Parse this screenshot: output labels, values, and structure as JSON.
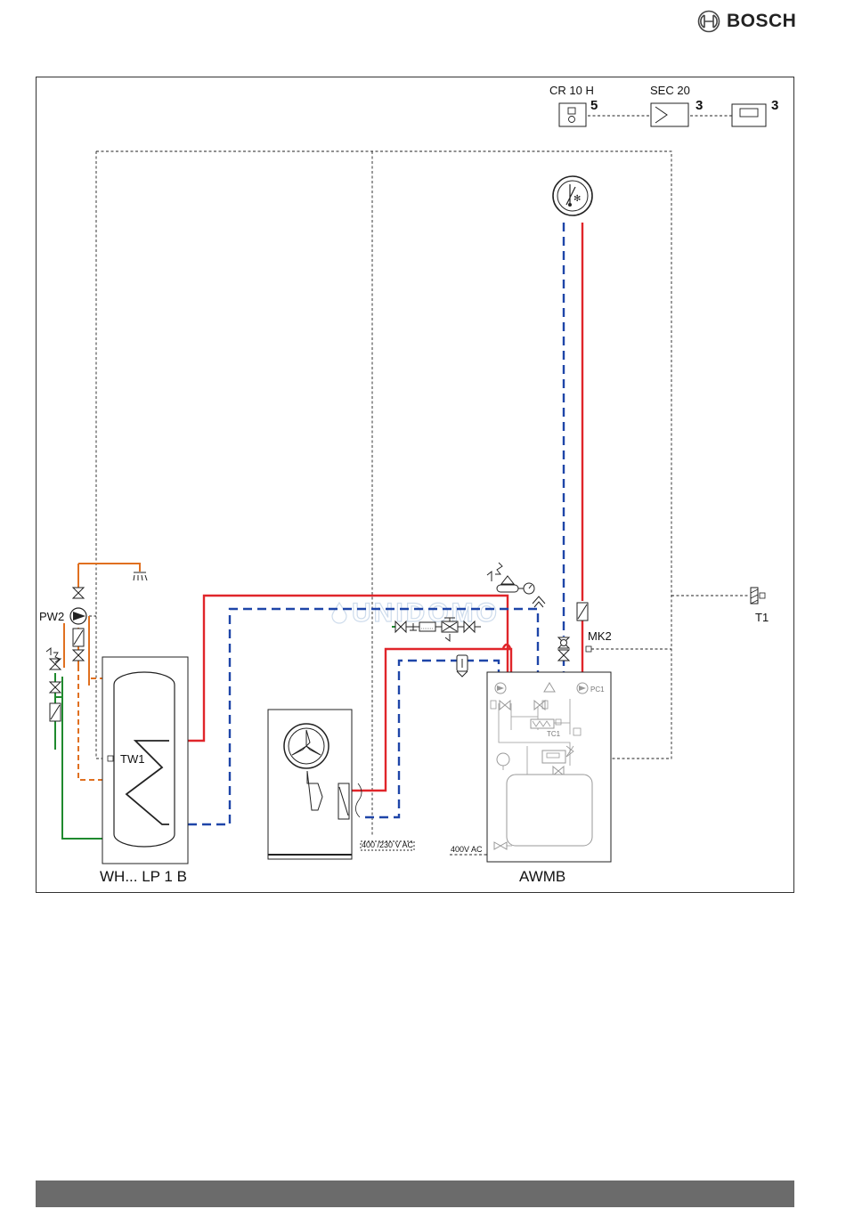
{
  "brand": {
    "name": "BOSCH"
  },
  "controls": {
    "cr10h": {
      "label": "CR 10 H",
      "qty": "5"
    },
    "sec20": {
      "label": "SEC 20",
      "qty": "3"
    },
    "thermostat": {
      "qty": "3"
    }
  },
  "components": {
    "pw2": "PW2",
    "tw1": "TW1",
    "mk2": "MK2",
    "t1": "T1",
    "pc1": "PC1",
    "tc1": "TC1",
    "storage_tank": "WH... LP 1 B",
    "indoor_unit": "AWMB"
  },
  "power": {
    "outdoor_supply": "400 /230 V AC",
    "indoor_supply": "400V AC"
  },
  "watermark": "UNIDOMO",
  "colors": {
    "flow": "#e0252a",
    "return": "#1e45a8",
    "dhw_hot": "#e07020",
    "cold_water": "#1f8a2e",
    "control": "#222222",
    "footer": "#6b6b6b"
  }
}
